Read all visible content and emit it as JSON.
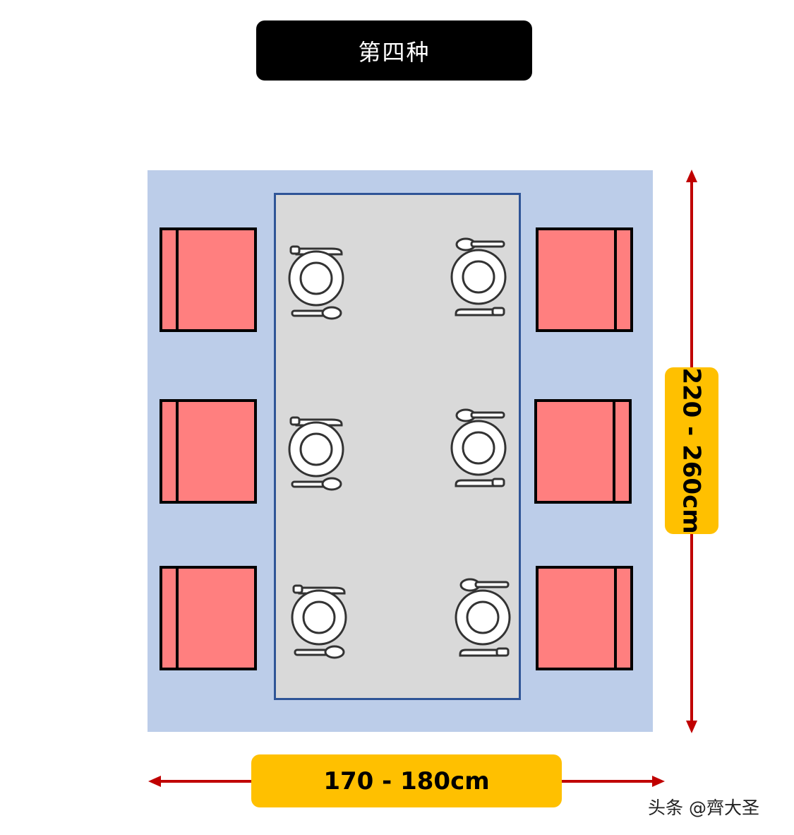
{
  "title": "第四种",
  "width_label": "170 - 180cm",
  "height_label": "220 - 260cm",
  "watermark": "头条 @齊大圣",
  "colors": {
    "rug": "#bccde9",
    "table_fill": "#d9d9d9",
    "table_border": "#2f5597",
    "chair": "#ff7f7f",
    "label": "#ffc000",
    "arrow": "#c00000",
    "title_bg": "#000000"
  },
  "seats": {
    "left_count": 3,
    "right_count": 3
  }
}
